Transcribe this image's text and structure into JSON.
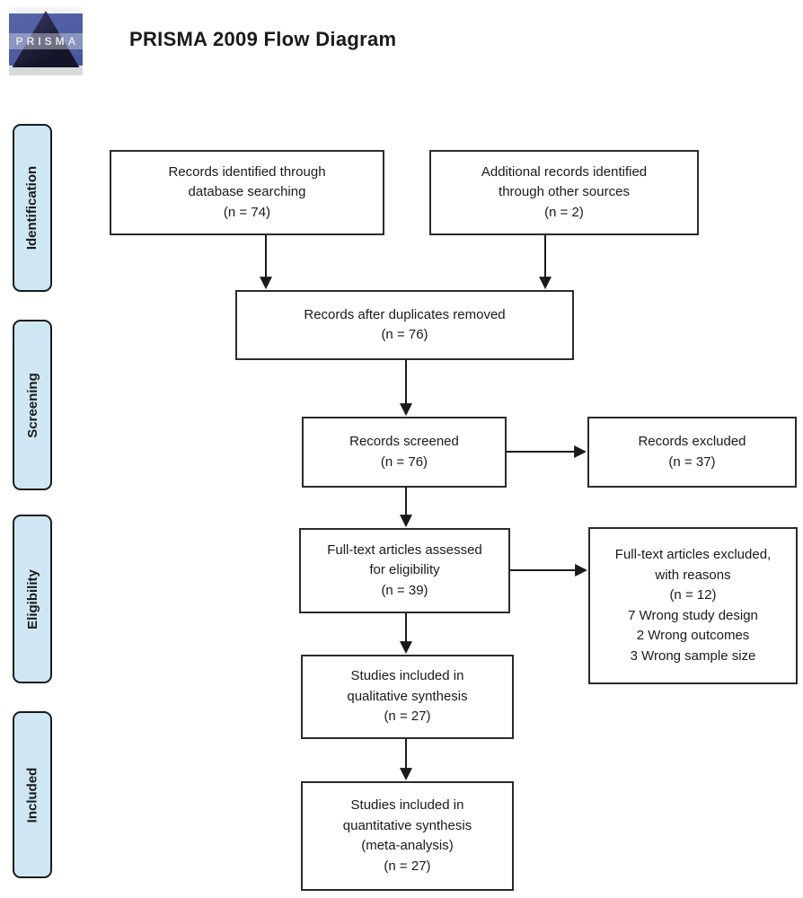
{
  "header": {
    "logo_text": "PRISMA",
    "title": "PRISMA 2009 Flow Diagram"
  },
  "stages": [
    {
      "label": "Identification"
    },
    {
      "label": "Screening"
    },
    {
      "label": "Eligibility"
    },
    {
      "label": "Included"
    }
  ],
  "flow": {
    "records_identified": "Records identified through\ndatabase searching\n(n = 74)",
    "additional_records": "Additional records identified\nthrough other sources\n(n = 2)",
    "after_duplicates": "Records after duplicates removed\n(n = 76)",
    "records_screened": "Records screened\n(n = 76)",
    "records_excluded": "Records excluded\n(n = 37)",
    "fulltext_assessed": "Full-text articles assessed\nfor eligibility\n(n = 39)",
    "fulltext_excluded": "Full-text articles excluded,\nwith reasons\n(n = 12)\n7 Wrong study design\n2 Wrong outcomes\n3 Wrong sample size",
    "qualitative_included": "Studies included in\nqualitative synthesis\n(n = 27)",
    "quantitative_included": "Studies included in\nquantitative synthesis\n(meta-analysis)\n(n = 27)"
  },
  "colors": {
    "stage-fill": "#CFE7F3",
    "stage-border": "#1A1A1A",
    "box-border": "#2B2B2B",
    "text": "#1A1A1A",
    "arrow": "#1A1A1A",
    "logo-blue": "#5565A8",
    "logo-navy": "#15152A"
  }
}
